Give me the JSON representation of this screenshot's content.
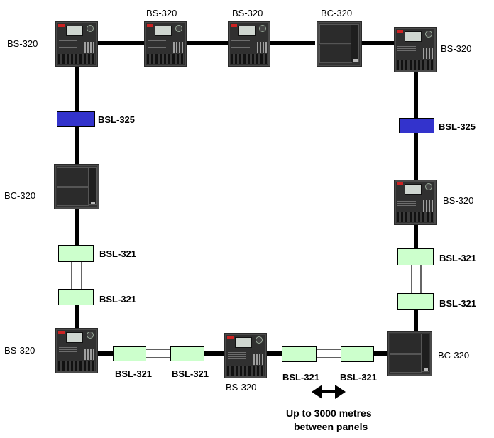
{
  "colors": {
    "bsl321_fill": "#ccffcc",
    "bsl325_fill": "#3333cc",
    "cable": "#000000",
    "panel_body": "#4a4a4a"
  },
  "devices": {
    "bs_top_left": "BS-320",
    "bs_top_2": "BS-320",
    "bs_top_3": "BS-320",
    "bc_top_4": "BC-320",
    "bs_top_right": "BS-320",
    "bc_left": "BC-320",
    "bs_right_mid": "BS-320",
    "bs_bottom_left": "BS-320",
    "bs_bottom_mid": "BS-320",
    "bc_bottom_right": "BC-320"
  },
  "modules": {
    "left_blue": "BSL-325",
    "right_blue": "BSL-325",
    "left_green_upper": "BSL-321",
    "left_green_lower": "BSL-321",
    "right_green_upper": "BSL-321",
    "right_green_lower": "BSL-321",
    "bottom_green_1": "BSL-321",
    "bottom_green_2": "BSL-321",
    "bottom_green_3": "BSL-321",
    "bottom_green_4": "BSL-321"
  },
  "note": {
    "line1": "Up to 3000 metres",
    "line2": "between panels"
  },
  "icons": {
    "distance_arrow": "double-headed-arrow-icon"
  }
}
